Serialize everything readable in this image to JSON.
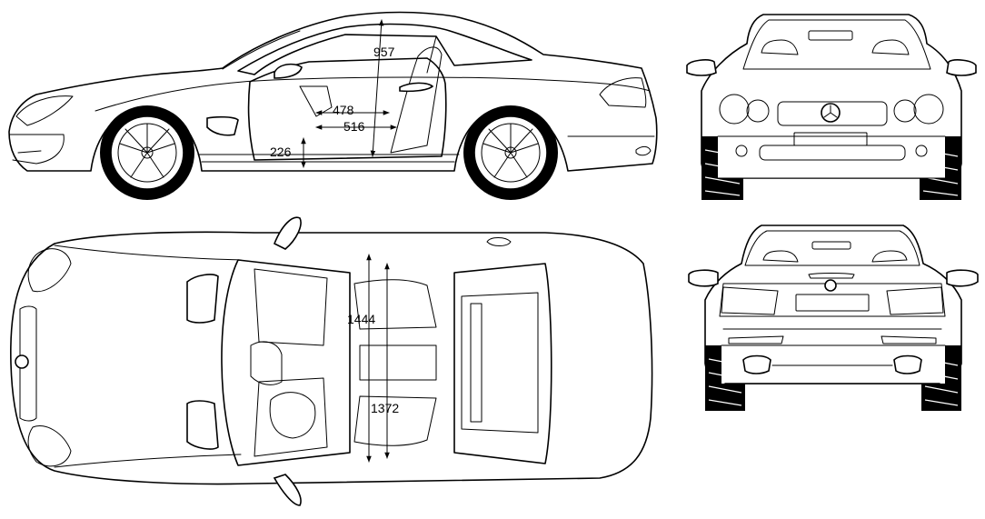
{
  "dimensions": {
    "roof_height": "957",
    "door_inner": "478",
    "door_outer": "516",
    "sill_height": "226",
    "width_front": "1444",
    "width_rear": "1372"
  },
  "colors": {
    "line": "#000000",
    "background": "#ffffff"
  }
}
